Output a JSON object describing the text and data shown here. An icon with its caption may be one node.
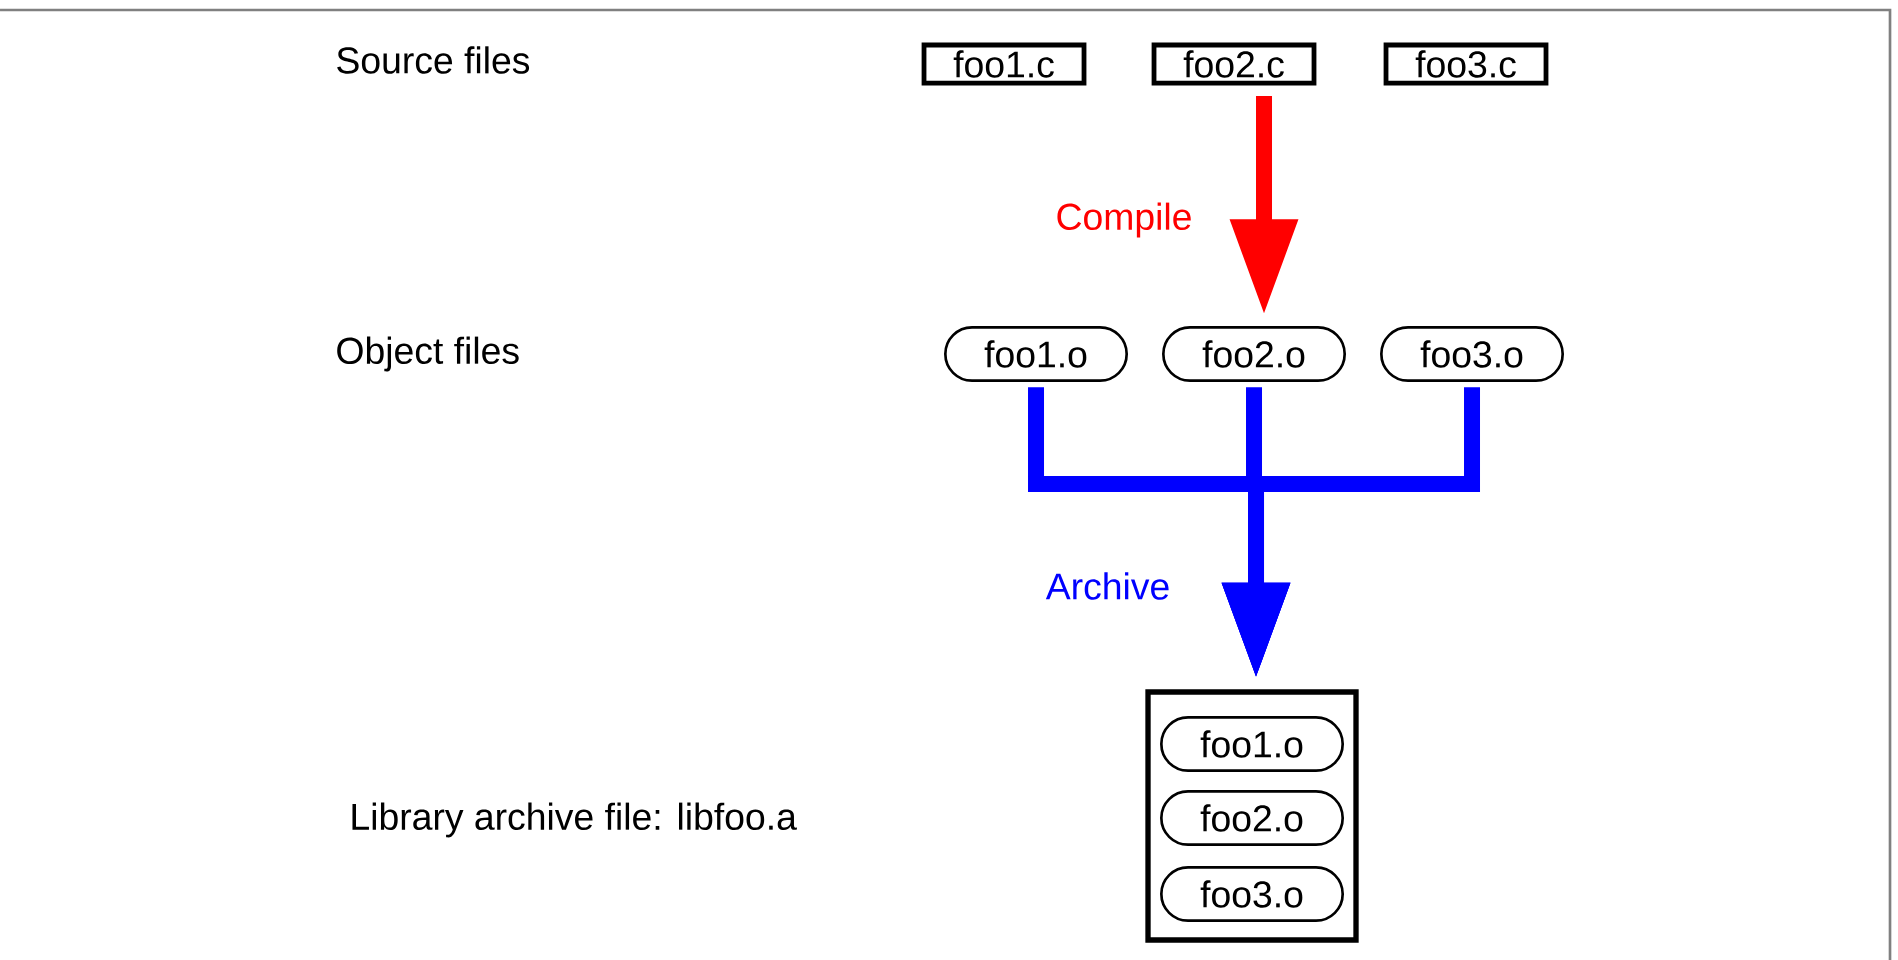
{
  "diagram": {
    "nodes": [
      {
        "text": [
          "foo1.c"
        ]
      },
      {
        "text": [
          "foo2.c"
        ]
      },
      {
        "text": [
          "foo3.c"
        ]
      },
      {
        "text": [
          "foo1.o"
        ]
      },
      {
        "text": [
          "foo2.o"
        ]
      },
      {
        "text": [
          "foo3.o"
        ]
      },
      {
        "text": [],
        "shape": "box"
      },
      {
        "text": [
          "foo1.o"
        ],
        "in": 6
      },
      {
        "text": [
          "foo2.o"
        ],
        "in": 6
      },
      {
        "text": [
          "foo3.o"
        ],
        "in": 6
      }
    ],
    "edges": [
      {
        "from": 1,
        "to": 4,
        "arrow": "to",
        "label": "Compile",
        "color": "#ff0000"
      },
      {
        "from": 3,
        "to": 6,
        "arrow": "to",
        "color": "#0000ff"
      },
      {
        "from": 4,
        "to": 6,
        "arrow": "to",
        "label": "Archive",
        "color": "#0000ff"
      },
      {
        "from": 5,
        "to": 6,
        "arrow": "to",
        "color": "#0000ff"
      }
    ],
    "labels": [
      "Source files",
      "Object files",
      "Library archive file: libfoo.a"
    ]
  }
}
